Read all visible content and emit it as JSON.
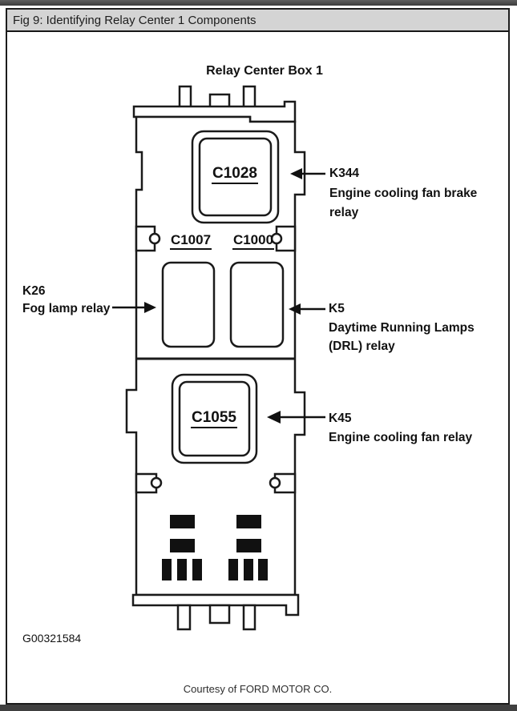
{
  "header": {
    "title": "Fig 9: Identifying Relay Center 1 Components"
  },
  "diagram": {
    "title": "Relay Center Box 1",
    "relays": {
      "c1028": "C1028",
      "c1007": "C1007",
      "c1000": "C1000",
      "c1055": "C1055"
    },
    "callouts": {
      "k344": {
        "code": "K344",
        "line1": "Engine cooling fan brake",
        "line2": "relay"
      },
      "k26": {
        "code": "K26",
        "line1": "Fog lamp relay"
      },
      "k5": {
        "code": "K5",
        "line1": "Daytime Running Lamps",
        "line2": "(DRL) relay"
      },
      "k45": {
        "code": "K45",
        "line1": "Engine cooling fan relay"
      }
    },
    "figure_id": "G00321584"
  },
  "footer": {
    "credit": "Courtesy of FORD MOTOR CO."
  },
  "colors": {
    "ink": "#1a1a1a",
    "header_bg": "#d4d4d4",
    "chrome_bar": "#404040",
    "frame_border": "#1c1c1c"
  }
}
